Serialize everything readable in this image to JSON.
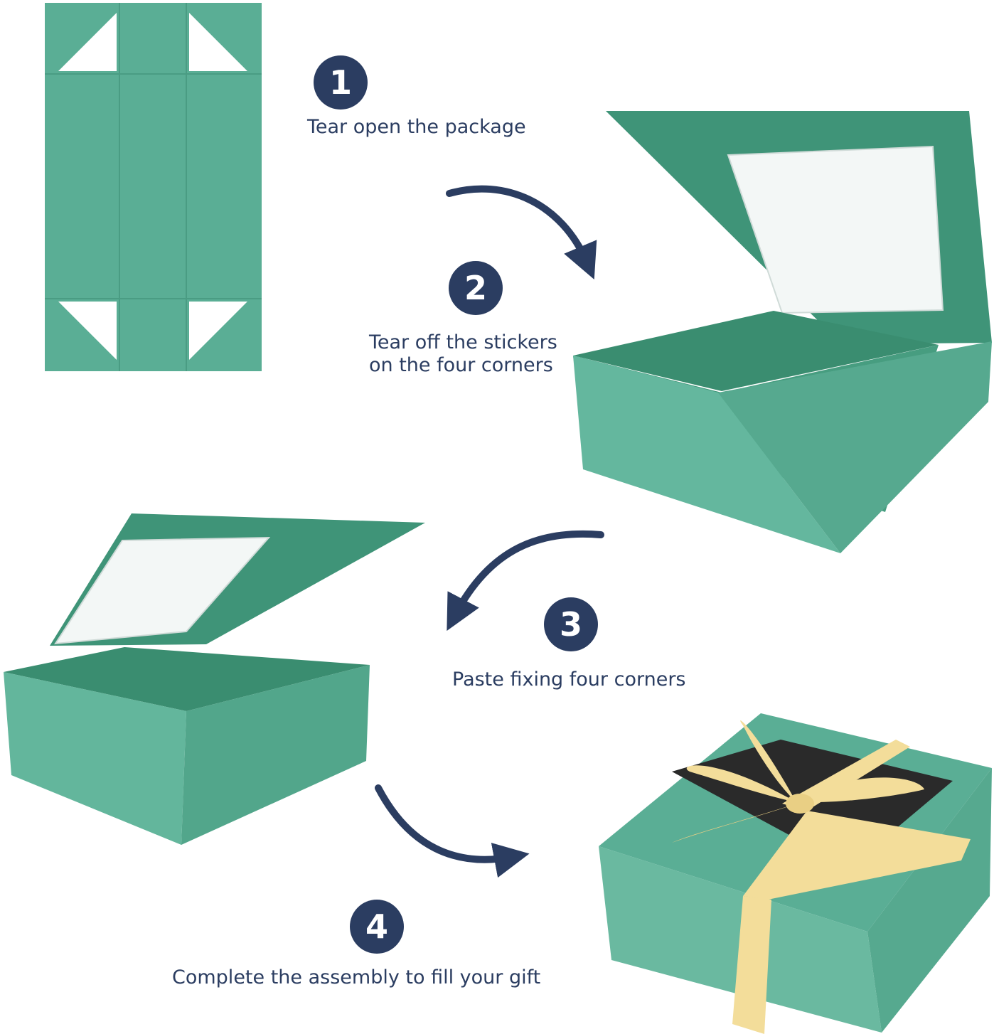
{
  "colors": {
    "box_green": "#5aae95",
    "box_green_dark": "#3f9478",
    "ink": "#2b3d61",
    "ribbon": "#f3dd9a"
  },
  "steps": [
    {
      "number": "1",
      "text": "Tear open the package"
    },
    {
      "number": "2",
      "line1": "Tear off the stickers",
      "line2": "on the four corners"
    },
    {
      "number": "3",
      "text": "Paste fixing four corners"
    },
    {
      "number": "4",
      "text": "Complete the assembly to fill your gift"
    }
  ],
  "icons": [
    "curved-arrow-icon",
    "flat-box-icon",
    "open-box-icon",
    "gift-box-icon"
  ]
}
